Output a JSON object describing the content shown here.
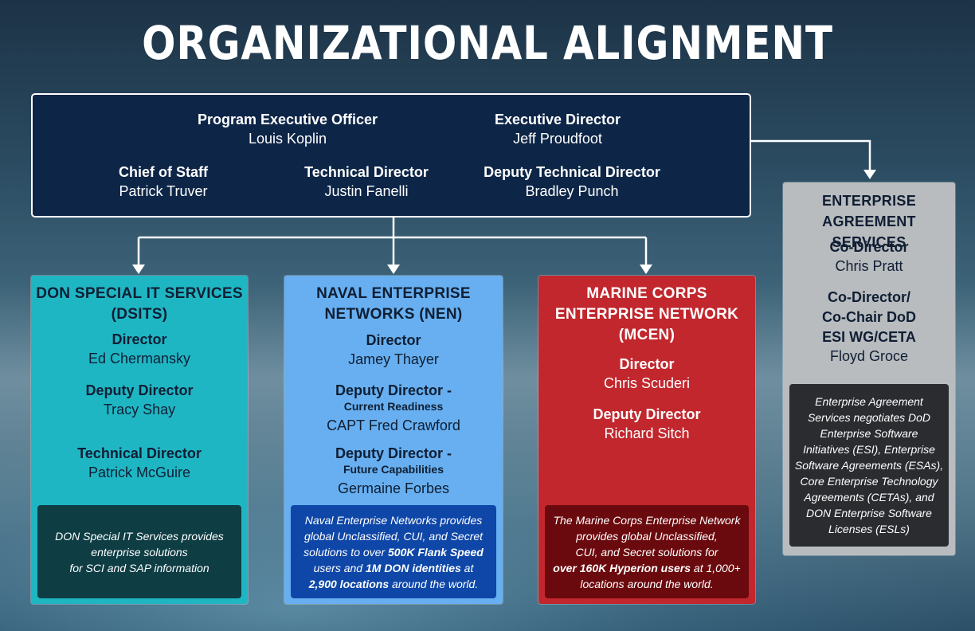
{
  "title": "ORGANIZATIONAL ALIGNMENT",
  "leadership": {
    "peo": {
      "role": "Program Executive Officer",
      "name": "Louis Koplin"
    },
    "exec": {
      "role": "Executive Director",
      "name": "Jeff Proudfoot"
    },
    "cos": {
      "role": "Chief of Staff",
      "name": "Patrick Truver"
    },
    "td": {
      "role": "Technical Director",
      "name": "Justin Fanelli"
    },
    "dtd": {
      "role": "Deputy Technical Director",
      "name": "Bradley Punch"
    }
  },
  "dsits": {
    "title_line1": "DON SPECIAL IT SERVICES",
    "title_line2": "(DSITS)",
    "r1": "Director",
    "n1": "Ed Chermansky",
    "r2": "Deputy Director",
    "n2": "Tracy Shay",
    "r3": "Technical Director",
    "n3": "Patrick McGuire",
    "blurb_l1": "DON Special IT Services provides",
    "blurb_l2": "enterprise solutions",
    "blurb_l3": "for  SCI and SAP information"
  },
  "nen": {
    "title_line1": "NAVAL ENTERPRISE",
    "title_line2": "NETWORKS (NEN)",
    "r1": "Director",
    "n1": "Jamey Thayer",
    "r2": "Deputy Director -",
    "s2": "Current Readiness",
    "n2": "CAPT Fred Crawford",
    "r3": "Deputy Director -",
    "s3": "Future Capabilities",
    "n3": "Germaine Forbes",
    "b1": "Naval Enterprise Networks provides",
    "b2": "global Unclassified, CUI, and Secret",
    "b3a": "solutions to over ",
    "b3b": "500K Flank Speed",
    "b4a": "users and ",
    "b4b": "1M DON identities",
    "b4c": " at",
    "b5a": "2,900 locations",
    "b5b": " around the world."
  },
  "mcen": {
    "title_line1": "MARINE CORPS",
    "title_line2": "ENTERPRISE NETWORK",
    "title_line3": "(MCEN)",
    "r1": "Director",
    "n1": "Chris Scuderi",
    "r2": "Deputy Director",
    "n2": "Richard Sitch",
    "b1": "The Marine Corps Enterprise Network",
    "b2": "provides global Unclassified,",
    "b3": "CUI, and Secret solutions for",
    "b4a": "over 160K Hyperion users",
    "b4b": " at 1,000+",
    "b5": "locations around the world."
  },
  "eas": {
    "title_line1": "ENTERPRISE",
    "title_line2": "AGREEMENT SERVICES",
    "r1": "Co-Director",
    "n1": "Chris Pratt",
    "r2a": "Co-Director/",
    "r2b": "Co-Chair DoD",
    "r2c": "ESI WG/CETA",
    "n2": "Floyd Groce",
    "b1": "Enterprise Agreement",
    "b2": "Services negotiates DoD",
    "b3": "Enterprise Software",
    "b4": "Initiatives (ESI), Enterprise",
    "b5": "Software Agreements (ESAs),",
    "b6": "Core Enterprise Technology",
    "b7": "Agreements (CETAs), and",
    "b8": "DON Enterprise Software",
    "b9": "Licenses (ESLs)"
  }
}
